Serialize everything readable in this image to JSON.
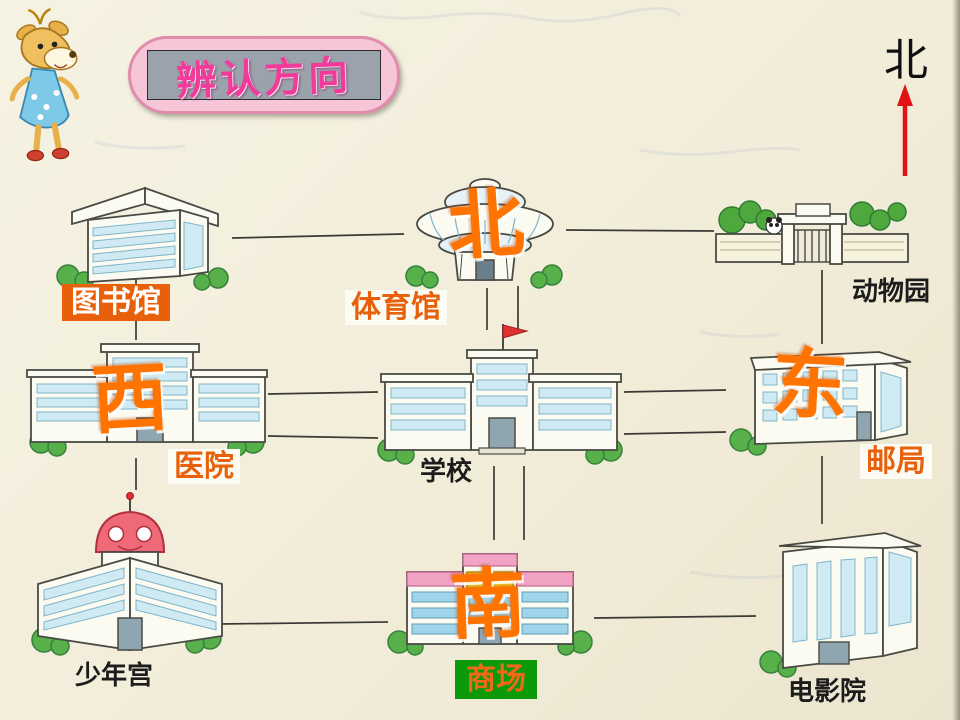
{
  "page": {
    "title": "辨认方向"
  },
  "compass": {
    "label": "北"
  },
  "directions": {
    "north": "北",
    "west": "西",
    "east": "东",
    "south": "南"
  },
  "buildings": [
    {
      "id": "library",
      "label": "图书馆"
    },
    {
      "id": "gymnasium",
      "label": "体育馆"
    },
    {
      "id": "zoo",
      "label": "动物园"
    },
    {
      "id": "hospital",
      "label": "医院"
    },
    {
      "id": "school",
      "label": "学校"
    },
    {
      "id": "post-office",
      "label": "邮局"
    },
    {
      "id": "youth-palace",
      "label": "少年宫"
    },
    {
      "id": "mall",
      "label": "商场"
    },
    {
      "id": "cinema",
      "label": "电影院"
    }
  ],
  "colors": {
    "direction_text": "#ff7300",
    "arrow_red": "#e01212",
    "label_orange": "#e8610a",
    "label_green_bg": "#0c9a0c",
    "title_pink": "#f23a9a"
  }
}
